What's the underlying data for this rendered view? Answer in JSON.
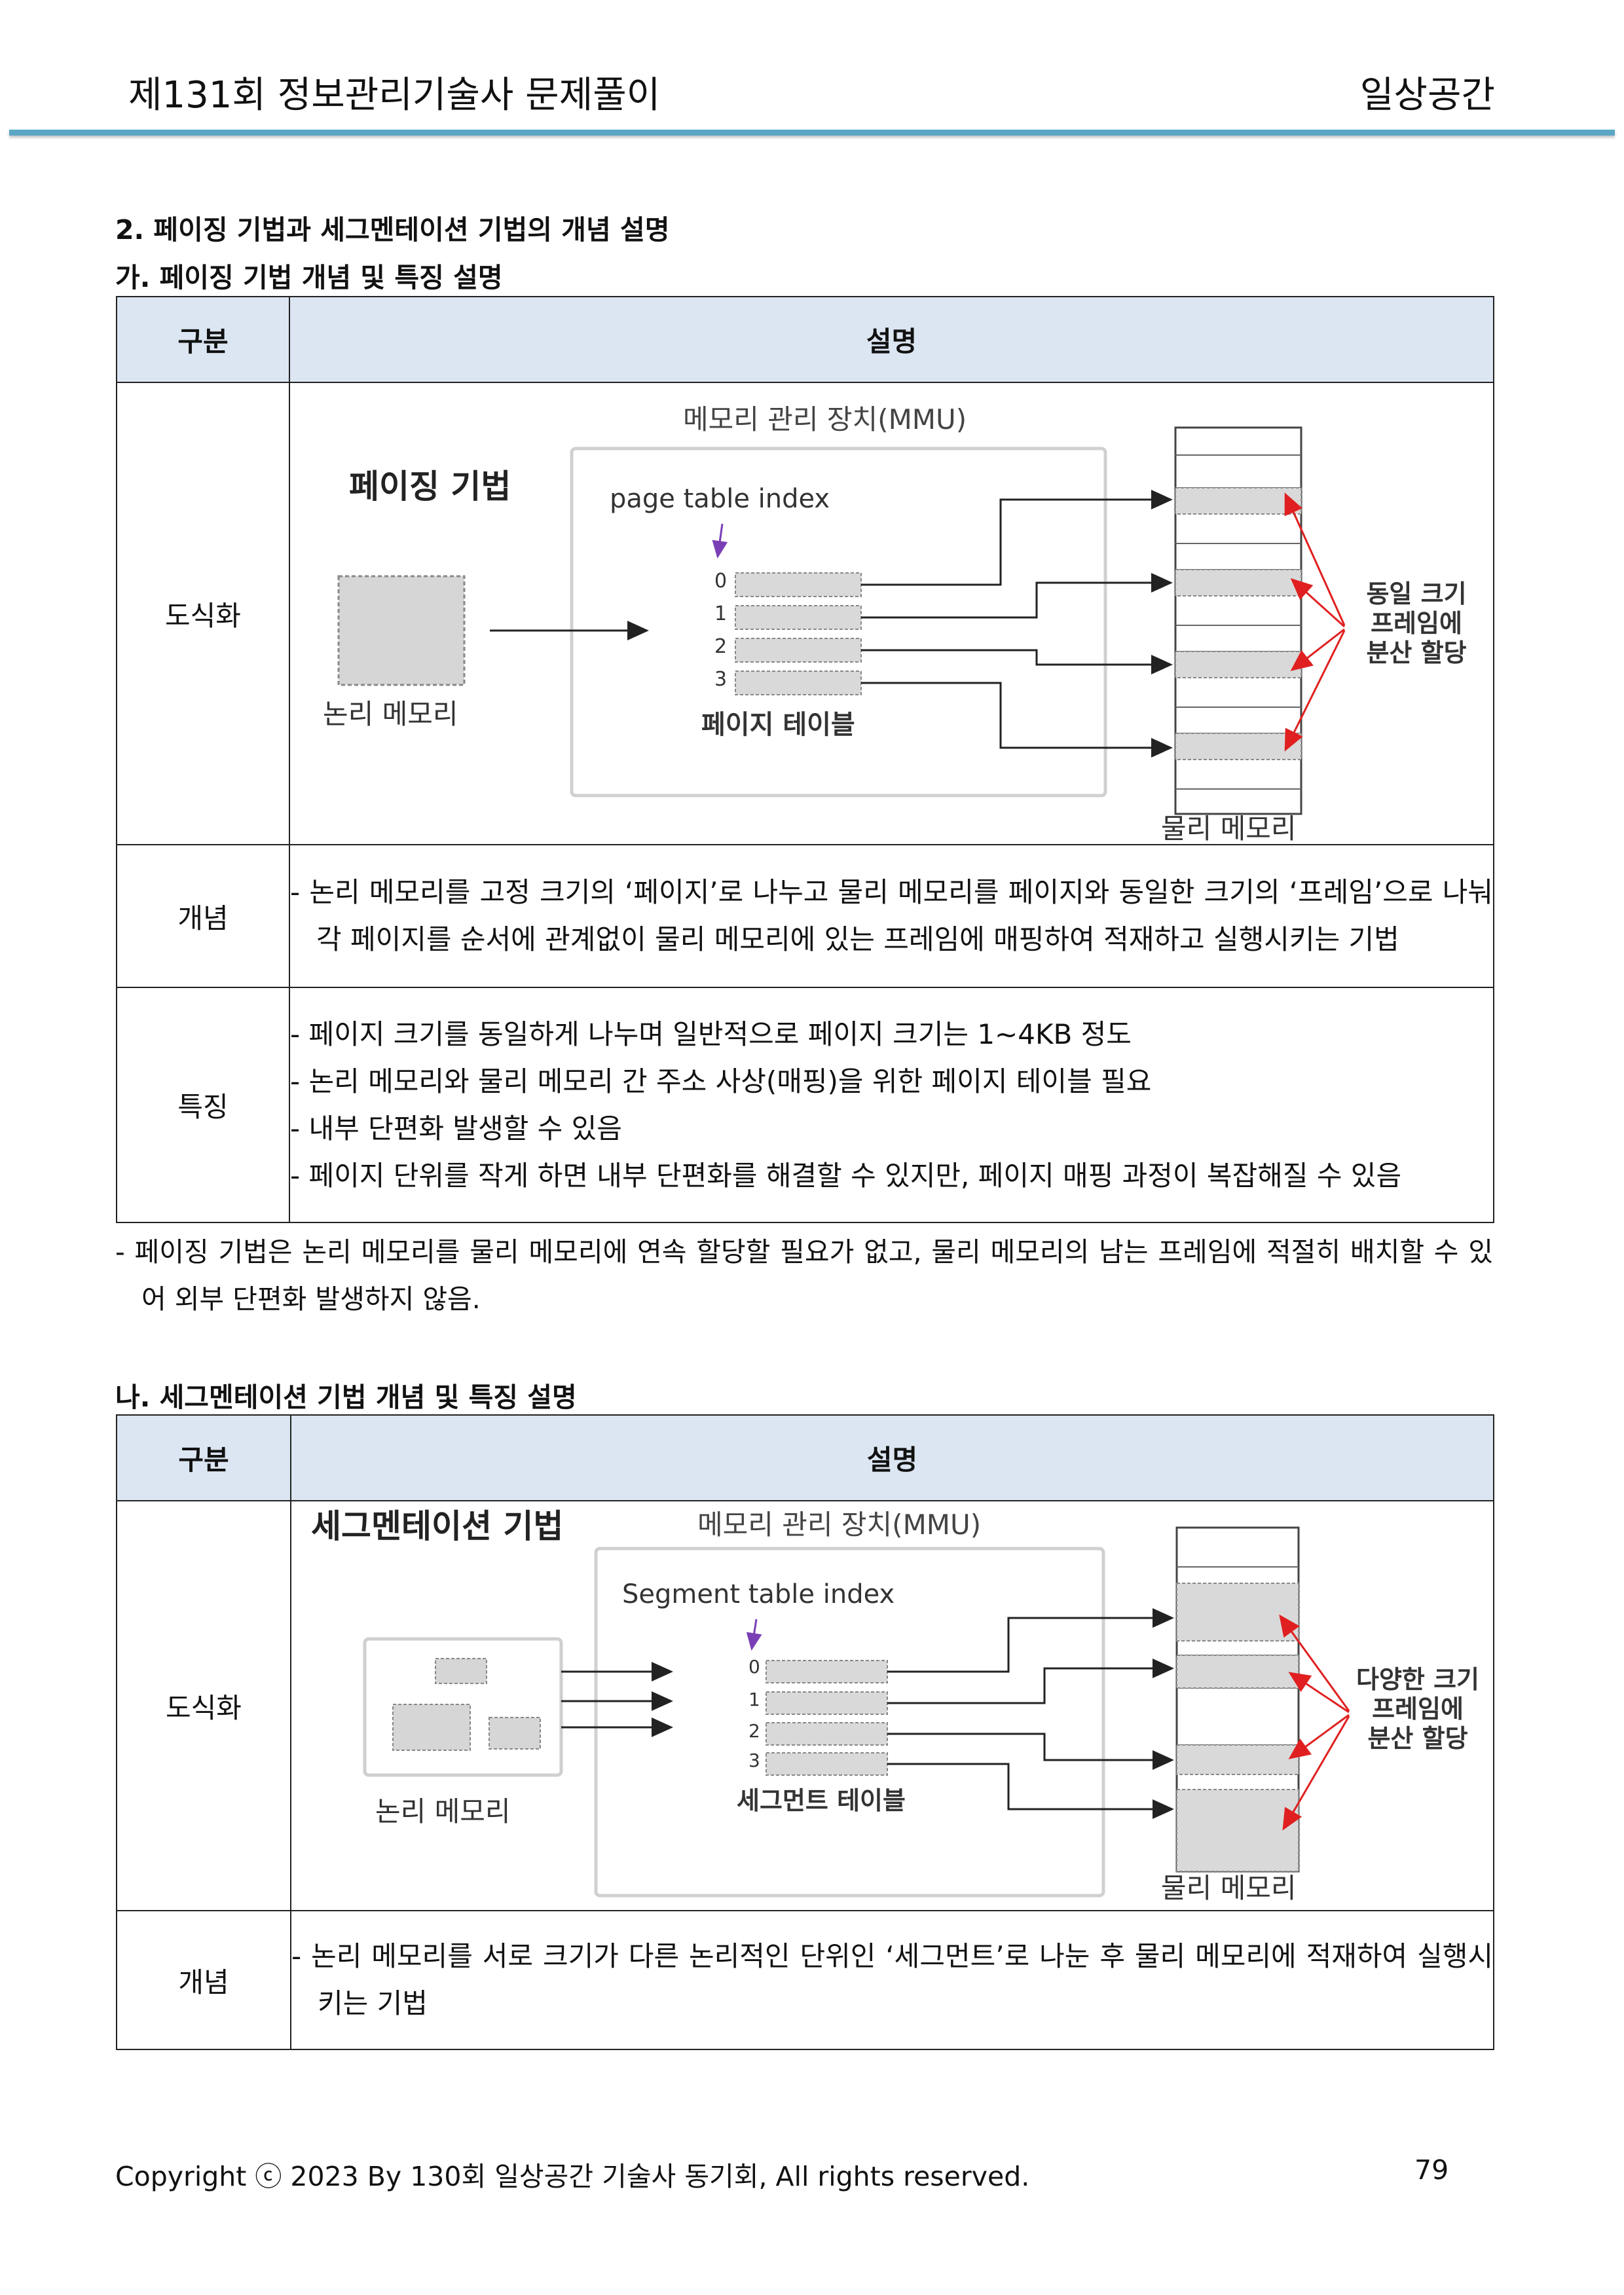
{
  "header": {
    "title": "제131회 정보관리기술사 문제풀이",
    "brand": "일상공간"
  },
  "section_title": "2. 페이징 기법과 세그멘테이션 기법의 개념 설명",
  "paging": {
    "subtitle": "가. 페이징 기법 개념 및 특징 설명",
    "col1": "구분",
    "col2": "설명",
    "row_diagram": "도식화",
    "diagram": {
      "mmu_title": "메모리 관리 장치(MMU)",
      "method_title": "페이징 기법",
      "index_label": "page table index",
      "rows": [
        "0",
        "1",
        "2",
        "3"
      ],
      "table_label": "페이지 테이블",
      "logical_label": "논리 메모리",
      "physical_label": "물리 메모리",
      "note_lines": [
        "동일 크기",
        "프레임에",
        "분산 할당"
      ]
    },
    "row_concept": "개념",
    "concept": "- 논리 메모리를 고정 크기의 ‘페이지’로 나누고 물리 메모리를 페이지와 동일한 크기의 ‘프레임’으로 나눠 각 페이지를 순서에 관계없이 물리 메모리에 있는 프레임에 매핑하여 적재하고 실행시키는 기법",
    "row_feature": "특징",
    "features": [
      "- 페이지 크기를 동일하게 나누며 일반적으로 페이지 크기는 1~4KB 정도",
      "- 논리 메모리와 물리 메모리 간 주소 사상(매핑)을 위한 페이지 테이블 필요",
      "- 내부 단편화 발생할 수 있음",
      "- 페이지 단위를 작게 하면 내부 단편화를 해결할 수 있지만, 페이지 매핑 과정이 복잡해질 수 있음"
    ],
    "note": "- 페이징 기법은 논리 메모리를 물리 메모리에 연속 할당할 필요가 없고, 물리 메모리의 남는 프레임에 적절히 배치할 수 있어 외부 단편화 발생하지 않음."
  },
  "segmentation": {
    "subtitle": "나. 세그멘테이션 기법 개념 및 특징 설명",
    "col1": "구분",
    "col2": "설명",
    "row_diagram": "도식화",
    "diagram": {
      "method_title": "세그멘테이션 기법",
      "mmu_title": "메모리 관리 장치(MMU)",
      "index_label": "Segment table index",
      "rows": [
        "0",
        "1",
        "2",
        "3"
      ],
      "table_label": "세그먼트 테이블",
      "logical_label": "논리 메모리",
      "physical_label": "물리 메모리",
      "note_lines": [
        "다양한 크기",
        "프레임에",
        "분산 할당"
      ]
    },
    "row_concept": "개념",
    "concept": "- 논리 메모리를 서로 크기가 다른 논리적인 단위인 ‘세그먼트’로 나눈 후 물리 메모리에 적재하여 실행시키는 기법"
  },
  "footer": {
    "copyright": "Copyright ⓒ 2023 By 130회 일상공간 기술사 동기회, All rights reserved.",
    "page": "79"
  },
  "colors": {
    "header_rule": "#5aa6c4",
    "table_header": "#dce6f2",
    "note_arrow": "#e02020",
    "index_arrow": "#7a3fb5"
  }
}
